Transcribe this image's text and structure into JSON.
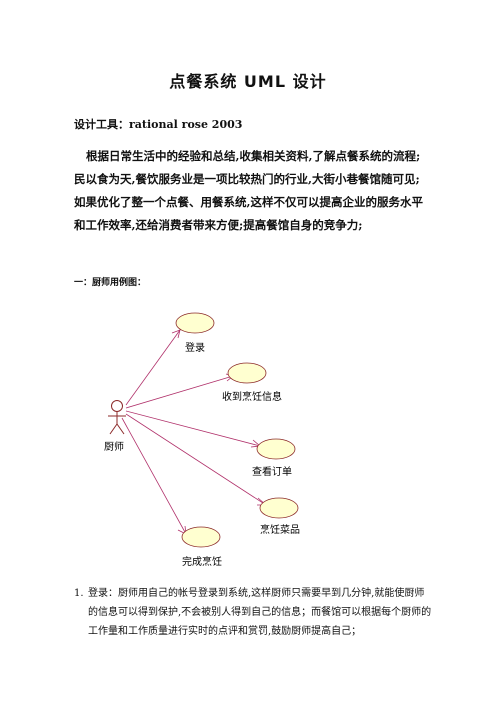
{
  "document": {
    "title": "点餐系统 UML 设计",
    "design_tool": "设计工具：rational rose 2003",
    "intro": "根据日常生活中的经验和总结,收集相关资料,了解点餐系统的流程;民以食为天,餐饮服务业是一项比较热门的行业,大街小巷餐馆随可见;如果优化了整一个点餐、用餐系统,这样不仅可以提高企业的服务水平和工作效率,还给消费者带来方便;提高餐馆自身的竞争力;",
    "section_heading": "一：厨师用例图：",
    "list": [
      {
        "number": "1.",
        "text": "登录：厨师用自己的帐号登录到系统,这样厨师只需要早到几分钟,就能使厨师的信息可以得到保护,不会被别人得到自己的信息；而餐馆可以根据每个厨师的工作量和工作质量进行实时的点评和赏罚,鼓励厨师提高自己；"
      }
    ]
  },
  "diagram": {
    "actor": "厨师",
    "use_cases": [
      "登录",
      "收到烹饪信息",
      "查看订单",
      "烹饪菜品",
      "完成烹饪"
    ],
    "colors": {
      "usecase_fill": "#ffffd0",
      "usecase_stroke": "#8c2a2a",
      "line": "#b0306a",
      "actor": "#8c2a2a"
    }
  }
}
